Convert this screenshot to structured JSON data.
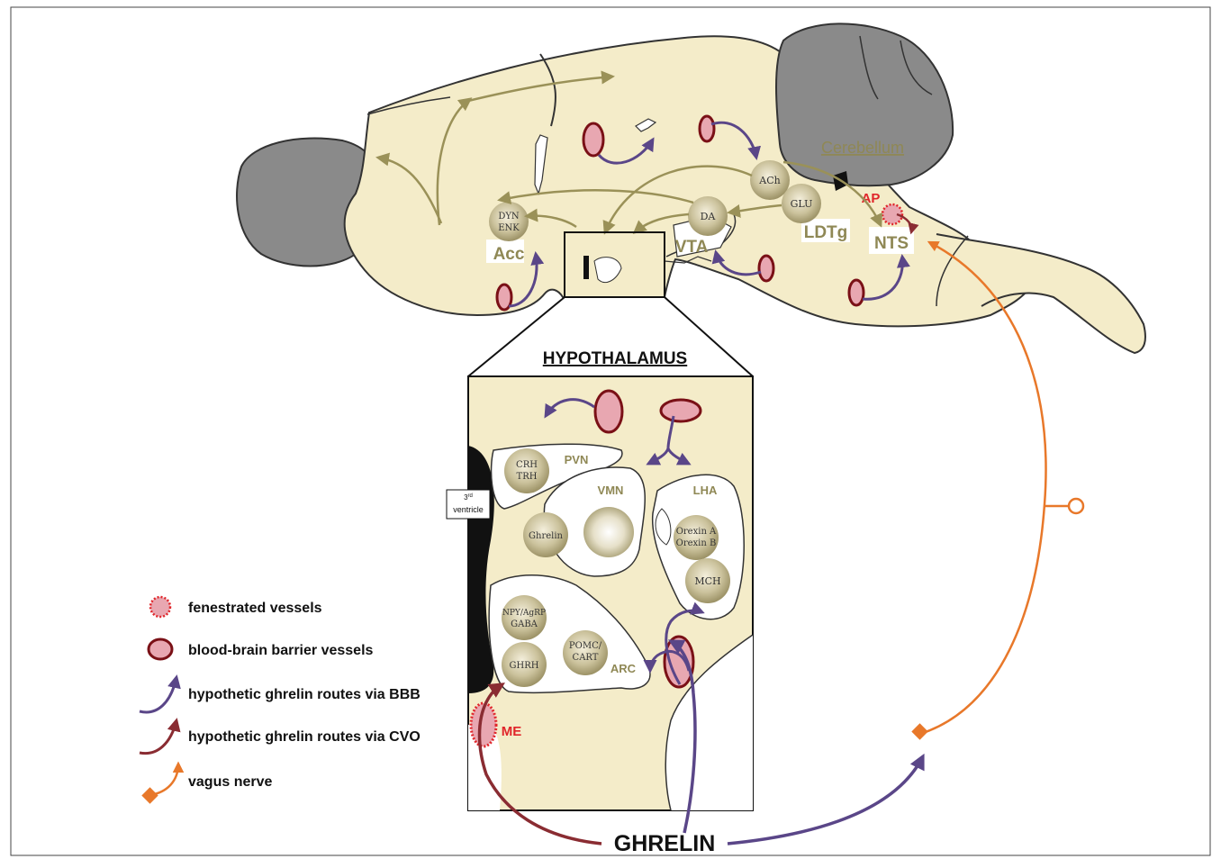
{
  "colors": {
    "brain_fill": "#f4ecc9",
    "gray_region": "#8a8a8a",
    "outline": "#333333",
    "olive": "#9a9158",
    "olive_text": "#8f8855",
    "nucleus_fill": "#c9c09a",
    "bbb_vessel_fill": "#e8a7b1",
    "bbb_vessel_stroke": "#7a1016",
    "fenestrated_stroke": "#e0252a",
    "bbb_route": "#5a4688",
    "cvo_route": "#8a2c32",
    "vagus": "#e8782a",
    "red_label": "#e0252a"
  },
  "icons": {
    "fenestrated": "dotted-red-ellipse-icon",
    "bbb": "red-ellipse-icon",
    "bbb_route": "purple-curved-arrow-icon",
    "cvo_route": "dark-red-curved-arrow-icon",
    "vagus": "orange-arrow-diamond-icon"
  },
  "brain": {
    "cerebellum": "Cerebellum",
    "acc": "Acc",
    "vta": "VTA",
    "ldtg": "LDTg",
    "nts": "NTS",
    "ap": "AP",
    "nuclei": {
      "dyn": "DYN",
      "enk": "ENK",
      "da": "DA",
      "ach": "ACh",
      "glu": "GLU"
    }
  },
  "hypothalamus": {
    "title": "HYPOTHALAMUS",
    "ventricle_sup": "rd",
    "ventricle_num": "3",
    "ventricle_word": "ventricle",
    "regions": {
      "pvn": "PVN",
      "vmn": "VMN",
      "lha": "LHA",
      "arc": "ARC",
      "me": "ME"
    },
    "nuclei": {
      "crh": "CRH",
      "trh": "TRH",
      "ghrelin": "Ghrelin",
      "orexin_a": "Orexin A",
      "orexin_b": "Orexin B",
      "mch": "MCH",
      "npy": "NPY/AgRP",
      "gaba": "GABA",
      "ghrh": "GHRH",
      "pomc": "POMC/",
      "cart": "CART"
    }
  },
  "ghrelin_label": "GHRELIN",
  "legend": [
    {
      "label": "fenestrated vessels"
    },
    {
      "label": "blood-brain barrier vessels"
    },
    {
      "label": "hypothetic ghrelin routes via BBB"
    },
    {
      "label": "hypothetic ghrelin routes via CVO"
    },
    {
      "label": "vagus nerve"
    }
  ]
}
